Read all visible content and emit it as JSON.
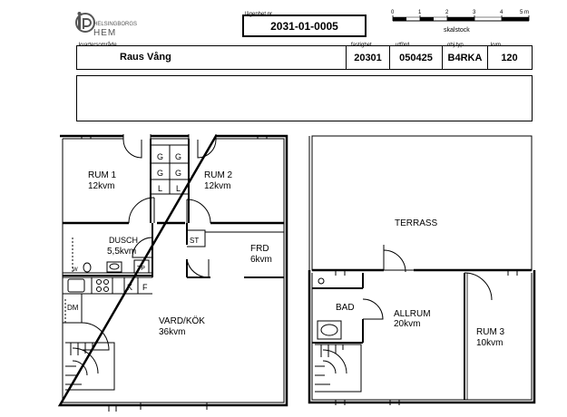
{
  "logo": {
    "line1": "HELSINGBORGS",
    "line2": "HEM"
  },
  "apartment": {
    "label": "lägenhet nr",
    "value": "2031-01-0005"
  },
  "scale": {
    "label": "skalstock",
    "ticks": [
      "0",
      "1",
      "2",
      "3",
      "4",
      "5 m"
    ]
  },
  "fields": {
    "district_label": "kvartersområde",
    "district": "Raus Vång",
    "property_label": "fastighet",
    "property": "20301",
    "date_label": "utförd",
    "date": "050425",
    "type_label": "obj typ",
    "type": "B4RKA",
    "area_label": "kvm",
    "area": "120"
  },
  "rooms": {
    "rum1": {
      "name": "RUM 1",
      "size": "12kvm"
    },
    "rum2": {
      "name": "RUM 2",
      "size": "12kvm"
    },
    "dusch": {
      "name": "DUSCH",
      "size": "5,5kvm"
    },
    "frd": {
      "name": "FRD",
      "size": "6kvm"
    },
    "vardkok": {
      "name": "VARD/KÖK",
      "size": "36kvm"
    },
    "terrass": {
      "name": "TERRASS"
    },
    "bad": {
      "name": "BAD"
    },
    "allrum": {
      "name": "ALLRUM",
      "size": "20kvm"
    },
    "rum3": {
      "name": "RUM 3",
      "size": "10kvm"
    }
  },
  "fixtures": {
    "g": "G",
    "l": "L",
    "st": "ST",
    "k": "K",
    "f": "F",
    "tp": "TP",
    "w": "W",
    "dm": "DM"
  }
}
